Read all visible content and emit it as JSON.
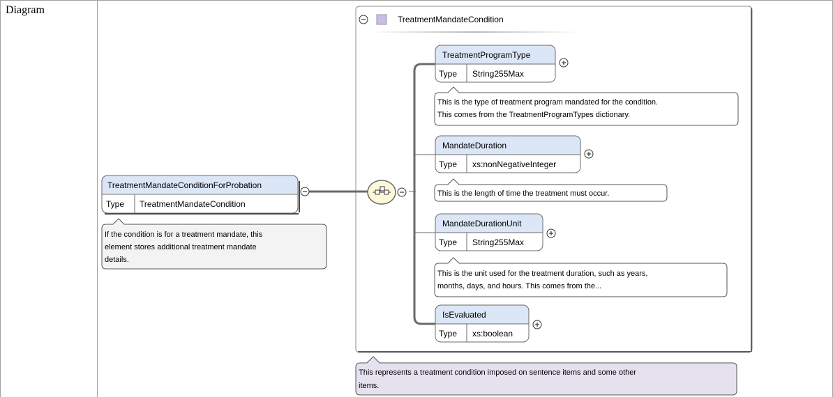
{
  "row_label": "Diagram",
  "container": {
    "title": "TreatmentMandateCondition",
    "note": [
      "This represents a treatment condition imposed on sentence items and some other",
      "items."
    ]
  },
  "root_element": {
    "name": "TreatmentMandateConditionForProbation",
    "type_label": "Type",
    "type_value": "TreatmentMandateCondition",
    "note": [
      "If the condition is for a treatment mandate, this",
      "element stores additional treatment mandate",
      "details."
    ]
  },
  "children": [
    {
      "name": "TreatmentProgramType",
      "type_label": "Type",
      "type_value": "String255Max",
      "note": [
        "This is the type of treatment program mandated for the condition.",
        "This comes from the TreatmentProgramTypes dictionary."
      ]
    },
    {
      "name": "MandateDuration",
      "type_label": "Type",
      "type_value": "xs:nonNegativeInteger",
      "note": [
        "This is the length of time the treatment must occur."
      ]
    },
    {
      "name": "MandateDurationUnit",
      "type_label": "Type",
      "type_value": "String255Max",
      "note": [
        "This is the unit used for the treatment duration, such as years,",
        "months, days, and hours. This comes from the..."
      ]
    },
    {
      "name": "IsEvaluated",
      "type_label": "Type",
      "type_value": "xs:boolean",
      "note": []
    }
  ],
  "icons": {
    "collapse": "minus-circle-icon",
    "expand": "plus-circle-icon",
    "sequence": "sequence-compositor-icon",
    "complex_type": "complex-type-square-icon"
  },
  "colors": {
    "element_header": "#dbe6f6",
    "element_border": "#6b6b6b",
    "note_fill": "#f3f3f3",
    "container_note_fill": "#e6e1ef",
    "complex_type_fill": "#c9bde0",
    "compositor_fill": "#fdf8d8"
  }
}
